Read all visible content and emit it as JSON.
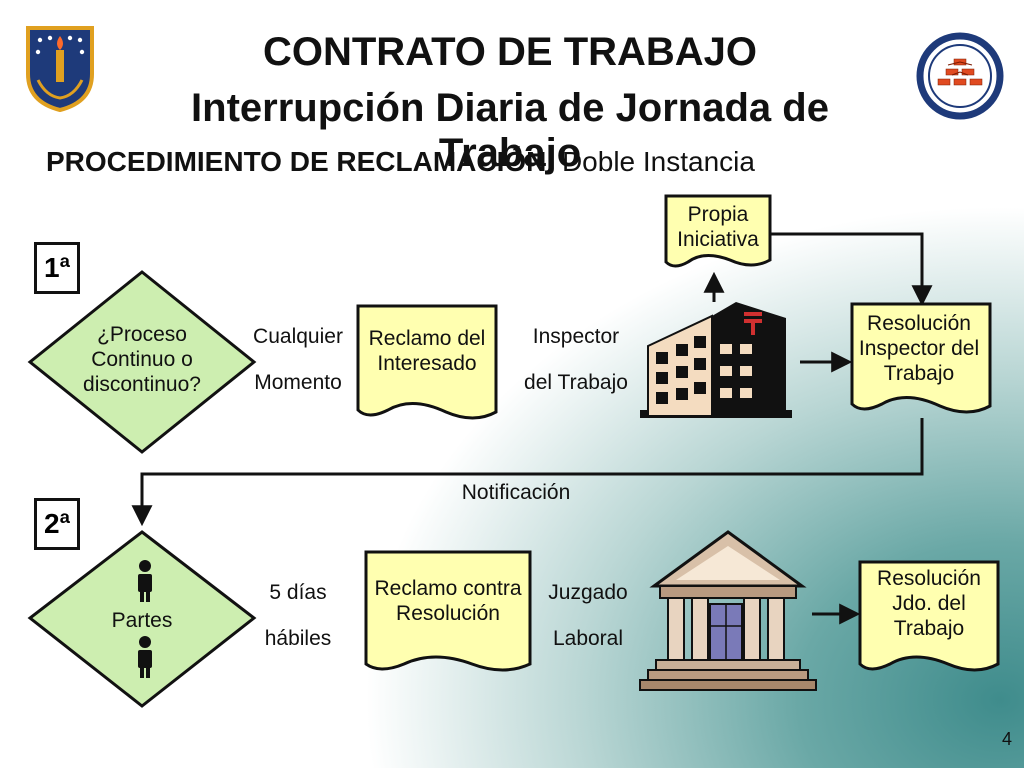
{
  "header": {
    "title": "CONTRATO DE TRABAJO",
    "subtitle": "Interrupción Diaria de Jornada de Trabajo",
    "procedure_bold": "PROCEDIMIENTO DE RECLAMACIÓN",
    "procedure_rest": ": Doble Instancia"
  },
  "stages": {
    "first": "1ª",
    "second": "2ª"
  },
  "row1": {
    "decision_line1": "¿Proceso",
    "decision_line2": "Continuo o",
    "decision_line3": "discontinuo?",
    "when_line1": "Cualquier",
    "when_line2": "Momento",
    "doc1_line1": "Reclamo del",
    "doc1_line2": "Interesado",
    "actor_line1": "Inspector",
    "actor_line2": "del Trabajo",
    "own_line1": "Propia",
    "own_line2": "Iniciativa",
    "result_line1": "Resolución",
    "result_line2": "Inspector del",
    "result_line3": "Trabajo"
  },
  "notification": "Notificación",
  "row2": {
    "decision_label": "Partes",
    "when_line1": "5 días",
    "when_line2": "hábiles",
    "doc_line1": "Reclamo contra",
    "doc_line2": "Resolución",
    "actor_line1": "Juzgado",
    "actor_line2": "Laboral",
    "result_line1": "Resolución",
    "result_line2": "Jdo. del",
    "result_line3": "Trabajo"
  },
  "page_number": "4",
  "colors": {
    "decision_fill": "#cdeeb0",
    "document_fill": "#ffffb0",
    "logo_navy": "#1e3a7a",
    "logo_gold": "#e0a020",
    "emblem_red": "#d03030"
  }
}
